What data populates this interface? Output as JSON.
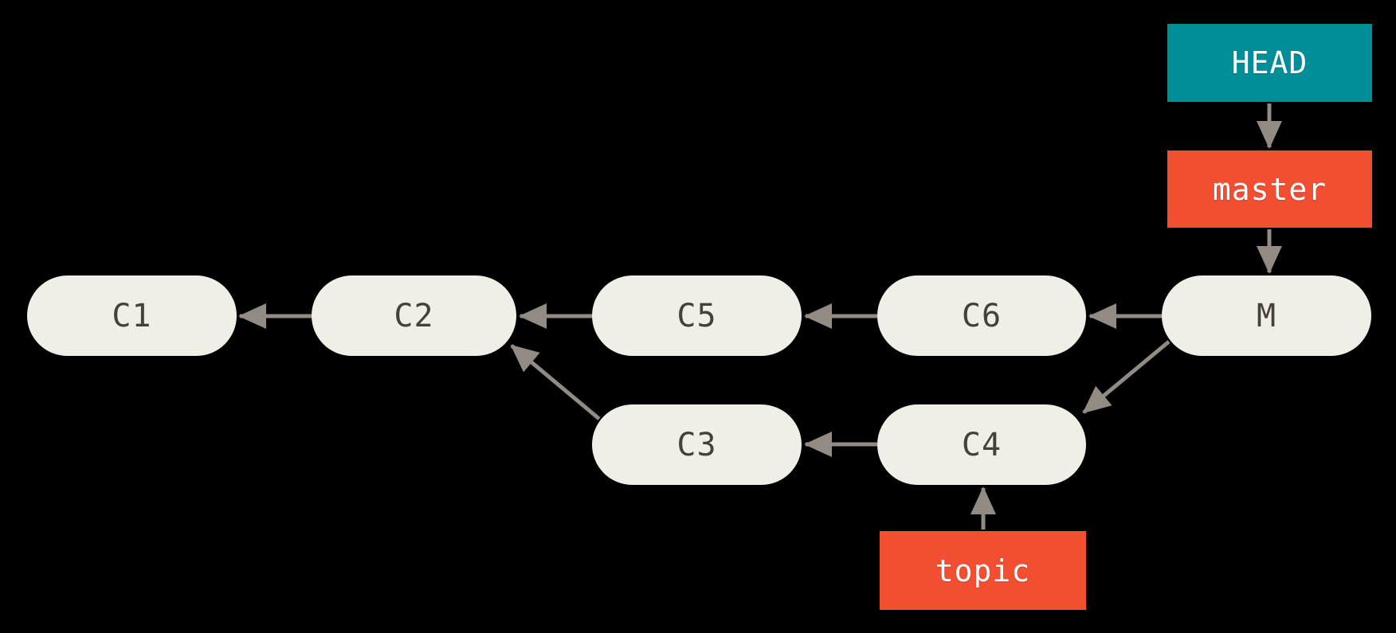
{
  "diagram": {
    "type": "git-commit-graph",
    "description": "Git history where topic branch was merged into master creating merge commit M; HEAD points to master, master points to M, topic points to C4"
  },
  "colors": {
    "background": "#000000",
    "commit_fill": "#f0efe7",
    "commit_text": "#45403a",
    "head_ref_fill": "#008e99",
    "branch_ref_fill": "#f14e32",
    "ref_text": "#ffffff",
    "arrow": "#918b83"
  },
  "refs": {
    "head": {
      "label": "HEAD",
      "points_to": "master"
    },
    "master": {
      "label": "master",
      "points_to": "M"
    },
    "topic": {
      "label": "topic",
      "points_to": "C4"
    }
  },
  "commits": [
    {
      "id": "C1",
      "label": "C1",
      "parents": []
    },
    {
      "id": "C2",
      "label": "C2",
      "parents": [
        "C1"
      ]
    },
    {
      "id": "C5",
      "label": "C5",
      "parents": [
        "C2"
      ]
    },
    {
      "id": "C6",
      "label": "C6",
      "parents": [
        "C5"
      ]
    },
    {
      "id": "M",
      "label": "M",
      "parents": [
        "C6",
        "C4"
      ]
    },
    {
      "id": "C3",
      "label": "C3",
      "parents": [
        "C2"
      ]
    },
    {
      "id": "C4",
      "label": "C4",
      "parents": [
        "C3"
      ]
    }
  ],
  "edges": [
    {
      "from": "C2",
      "to": "C1"
    },
    {
      "from": "C5",
      "to": "C2"
    },
    {
      "from": "C6",
      "to": "C5"
    },
    {
      "from": "M",
      "to": "C6"
    },
    {
      "from": "M",
      "to": "C4"
    },
    {
      "from": "C3",
      "to": "C2"
    },
    {
      "from": "C4",
      "to": "C3"
    },
    {
      "from": "HEAD",
      "to": "master"
    },
    {
      "from": "master",
      "to": "M"
    },
    {
      "from": "topic",
      "to": "C4"
    }
  ]
}
